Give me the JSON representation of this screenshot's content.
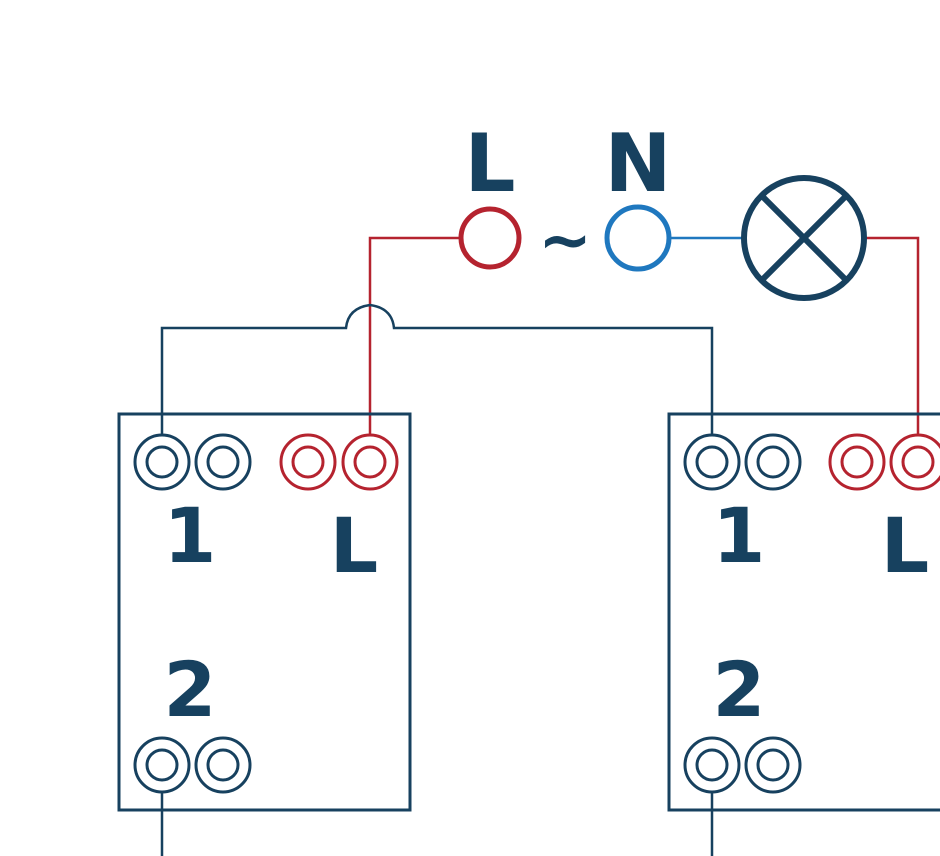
{
  "colors": {
    "navy": "#17415f",
    "red": "#b5232f",
    "blue": "#1f78bf",
    "background": "#ffffff"
  },
  "supply": {
    "line_label": "L",
    "neutral_label": "N",
    "ac_symbol": "~"
  },
  "lamp": {
    "icon": "lamp-cross-icon"
  },
  "switches": [
    {
      "terminal_1_label": "1",
      "terminal_l_label": "L",
      "terminal_2_label": "2"
    },
    {
      "terminal_1_label": "1",
      "terminal_l_label": "L",
      "terminal_2_label": "2"
    }
  ]
}
